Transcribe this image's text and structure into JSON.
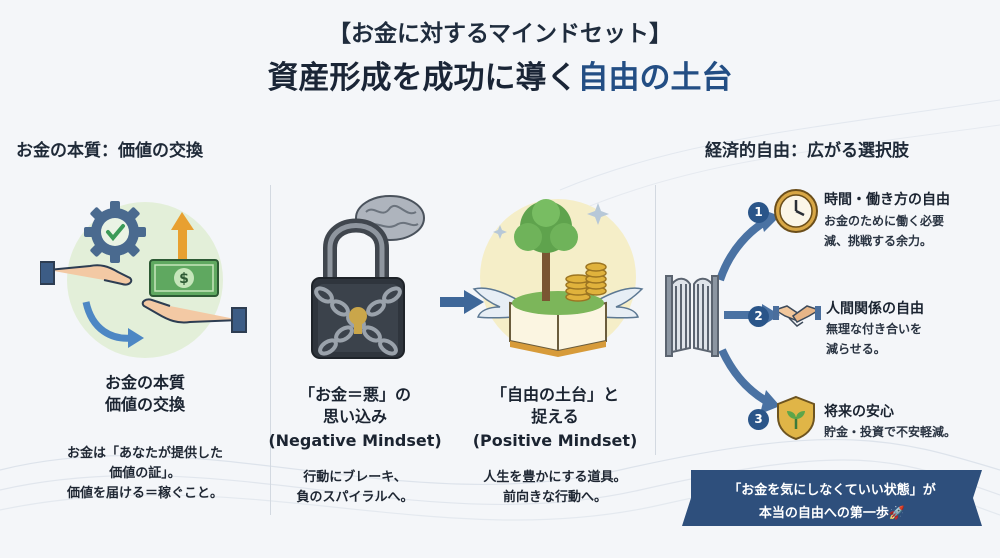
{
  "header": {
    "subtitle": "【お金に対するマインドセット】",
    "title_main": "資産形成を成功に導く",
    "title_accent": "自由の土台"
  },
  "left": {
    "section_title": "お金の本質：価値の交換",
    "heading_line1": "お金の本質",
    "heading_line2": "価値の交換",
    "body_line1": "お金は「あなたが提供した",
    "body_line2": "価値の証」。",
    "body_line3": "価値を届ける＝稼ぐこと。"
  },
  "negative": {
    "heading_line1": "「お金＝悪」の",
    "heading_line2": "思い込み",
    "heading_line3": "(Negative Mindset)",
    "body_line1": "行動にブレーキ、",
    "body_line2": "負のスパイラルへ。"
  },
  "positive": {
    "heading_line1": "「自由の土台」と",
    "heading_line2": "捉える",
    "heading_line3": "(Positive Mindset)",
    "body_line1": "人生を豊かにする道具。",
    "body_line2": "前向きな行動へ。"
  },
  "freedom": {
    "section_title": "経済的自由：広がる選択肢",
    "items": [
      {
        "num": "1",
        "title": "時間・働き方の自由",
        "desc_line1": "お金のために働く必要",
        "desc_line2": "減、挑戦する余力。",
        "icon": "clock-icon"
      },
      {
        "num": "2",
        "title": "人間関係の自由",
        "desc_line1": "無理な付き合いを",
        "desc_line2": "減らせる。",
        "icon": "handshake-icon"
      },
      {
        "num": "3",
        "title": "将来の安心",
        "desc_line1": "貯金・投資で不安軽減。",
        "desc_line2": "",
        "icon": "shield-sprout-icon"
      }
    ]
  },
  "banner": {
    "line1": "「お金を気にしなくていい状態」が",
    "line2": "本当の自由への第一歩🚀"
  },
  "colors": {
    "accent": "#234e84",
    "badge": "#2a5589",
    "banner": "#2e4f7c"
  }
}
